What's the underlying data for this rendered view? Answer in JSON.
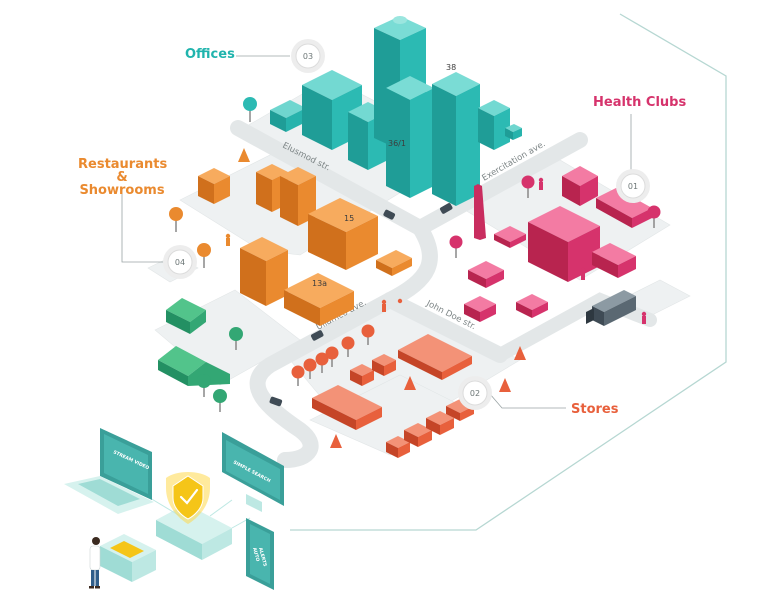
{
  "districts": {
    "offices": {
      "label": "Offices",
      "marker": "03",
      "color": "#20b4ad"
    },
    "health_clubs": {
      "label": "Health Clubs",
      "marker": "01",
      "color": "#d6336c"
    },
    "restaurants": {
      "line1": "Restaurants",
      "line2": "&",
      "line3": "Showrooms",
      "marker": "04",
      "color": "#ea8a2f"
    },
    "stores": {
      "label": "Stores",
      "marker": "02",
      "color": "#e8603c"
    }
  },
  "streets": {
    "elusmod": "Elusmod str.",
    "exercitation": "Exercitation ave.",
    "ullamco": "Ullamco ave.",
    "john_doe": "John Doe str."
  },
  "building_numbers": {
    "b38": "38",
    "b36_1": "36/1",
    "b15": "15",
    "b13a": "13a"
  },
  "devices": {
    "stream_video": "STREAM VIDEO",
    "simple_search": "SIMPLE SEARCH",
    "auto_alerts_1": "AUTO",
    "auto_alerts_2": "ALERTS"
  },
  "icons": [
    "shield-check-icon",
    "person-icon",
    "truck-icon",
    "car-icon",
    "tree-icon"
  ]
}
